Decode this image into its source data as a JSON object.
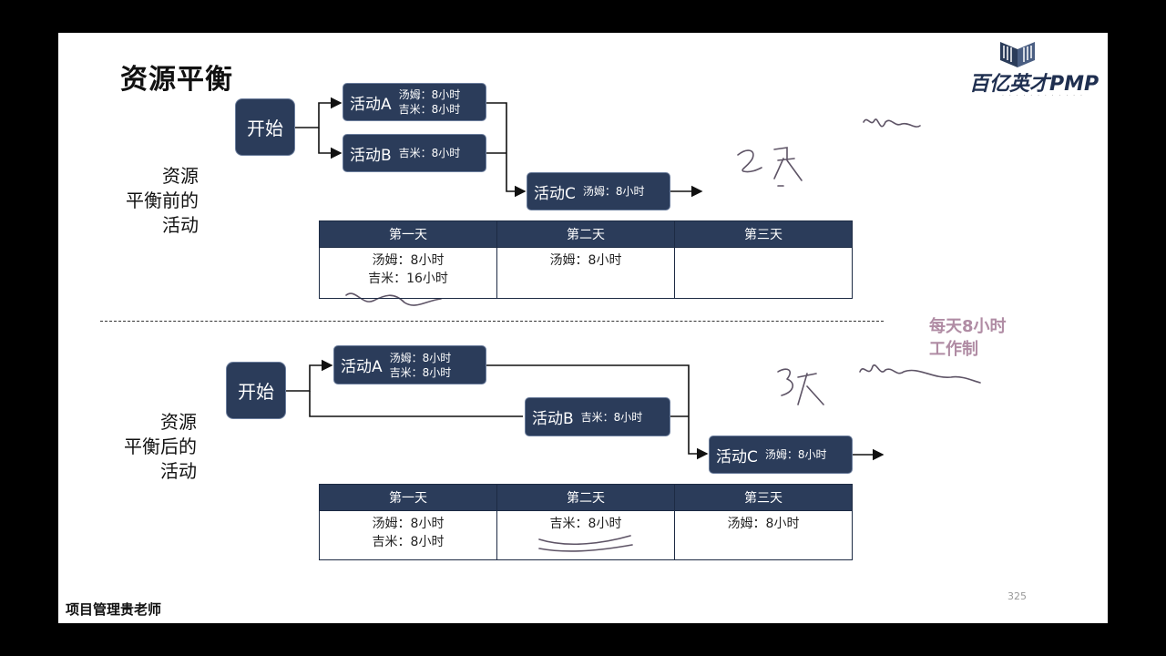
{
  "title": "资源平衡",
  "logo": {
    "text": "百亿英才PMP"
  },
  "footer": "项目管理贵老师",
  "page_number": "325",
  "note": {
    "line1": "每天8小时",
    "line2": "工作制"
  },
  "before": {
    "label": [
      "资源",
      "平衡前的",
      "活动"
    ],
    "start": "开始",
    "activity_a": {
      "name": "活动A",
      "res1": "汤姆：8小时",
      "res2": "吉米：8小时"
    },
    "activity_b": {
      "name": "活动B",
      "res1": "吉米：8小时"
    },
    "activity_c": {
      "name": "活动C",
      "res1": "汤姆：8小时"
    },
    "table": {
      "headers": [
        "第一天",
        "第二天",
        "第三天"
      ],
      "cells": [
        [
          "汤姆：8小时",
          "吉米：16小时"
        ],
        [
          "汤姆：8小时"
        ],
        []
      ]
    }
  },
  "after": {
    "label": [
      "资源",
      "平衡后的",
      "活动"
    ],
    "start": "开始",
    "activity_a": {
      "name": "活动A",
      "res1": "汤姆：8小时",
      "res2": "吉米：8小时"
    },
    "activity_b": {
      "name": "活动B",
      "res1": "吉米：8小时"
    },
    "activity_c": {
      "name": "活动C",
      "res1": "汤姆：8小时"
    },
    "table": {
      "headers": [
        "第一天",
        "第二天",
        "第三天"
      ],
      "cells": [
        [
          "汤姆：8小时",
          "吉米：8小时"
        ],
        [
          "吉米：8小时"
        ],
        [
          "汤姆：8小时"
        ]
      ]
    }
  },
  "colors": {
    "node_fill": "#2b3c5a",
    "annotation": "#b08ca4",
    "ink": "#6a5a6a"
  }
}
